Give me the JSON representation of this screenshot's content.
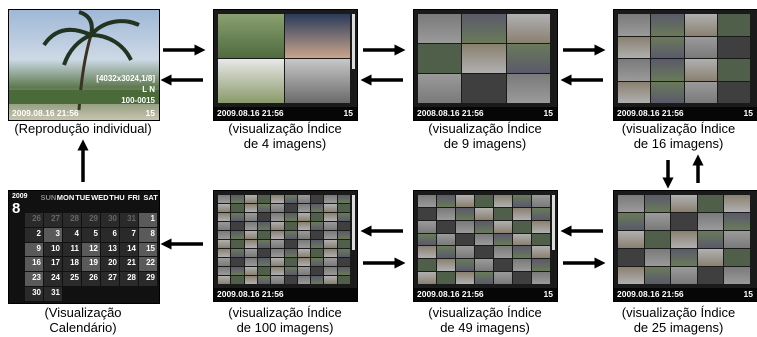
{
  "status": {
    "datetime": "2009.08.16  21:56",
    "datetime_9": "2008.08.16  21:56",
    "count": "15"
  },
  "single": {
    "resolution": "[4032x3024,1/8]",
    "quality": "L N",
    "file": "100-0015"
  },
  "captions": {
    "single": [
      "(Reprodução individual)"
    ],
    "idx4": [
      "(visualização Índice",
      "de 4 imagens)"
    ],
    "idx9": [
      "(visualização Índice",
      "de 9 imagens)"
    ],
    "idx16": [
      "(visualização Índice",
      "de 16 imagens)"
    ],
    "idx25": [
      "(visualização Índice",
      "de 25 imagens)"
    ],
    "idx49": [
      "(visualização Índice",
      "de 49 imagens)"
    ],
    "idx100": [
      "(visualização Índice",
      "de 100 imagens)"
    ],
    "calendar": [
      "(Visualização",
      "Calendário)"
    ]
  },
  "calendar": {
    "year": "2009",
    "month": "8",
    "weekdays": [
      "SUN",
      "MON",
      "TUE",
      "WED",
      "THU",
      "FRI",
      "SAT"
    ],
    "days": [
      "26",
      "27",
      "28",
      "29",
      "30",
      "31",
      "1",
      "2",
      "3",
      "4",
      "5",
      "6",
      "7",
      "8",
      "9",
      "10",
      "11",
      "12",
      "13",
      "14",
      "15",
      "16",
      "17",
      "18",
      "19",
      "20",
      "21",
      "22",
      "23",
      "24",
      "25",
      "26",
      "27",
      "28",
      "29",
      "30",
      "31"
    ]
  }
}
